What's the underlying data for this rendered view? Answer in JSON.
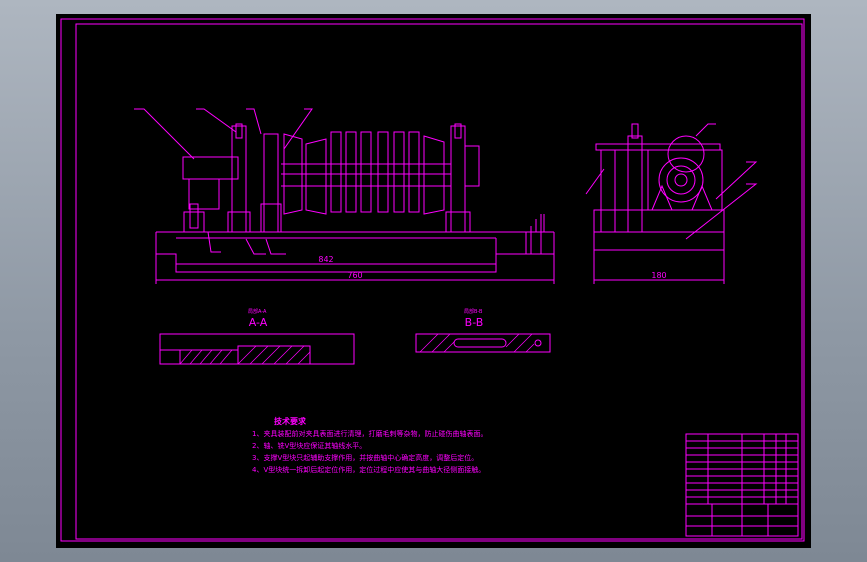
{
  "drawing": {
    "line_color": "#ff00ff",
    "background": "#000000",
    "frame_color": "#a0a8b2",
    "dimensions": {
      "inner_span": "842",
      "overall_length": "760",
      "side_width": "180"
    },
    "sections": {
      "a_note": "局部A-A",
      "a_label": "A-A",
      "b_note": "局部B-B",
      "b_label": "B-B"
    },
    "tech_req": {
      "title": "技术要求",
      "lines": [
        "1、夹具装配前对夹具表面进行清理，打磨毛刺等杂物，防止碰伤曲轴表面。",
        "2、轴、铣V型块应保证其轴线水平。",
        "3、支撑V型块只起辅助支撑作用，并按曲轴中心确定高度，调整后定位。",
        "4、V型块统一拆卸后起定位作用，定位过程中应使其与曲轴大径侧面接触。"
      ]
    }
  }
}
